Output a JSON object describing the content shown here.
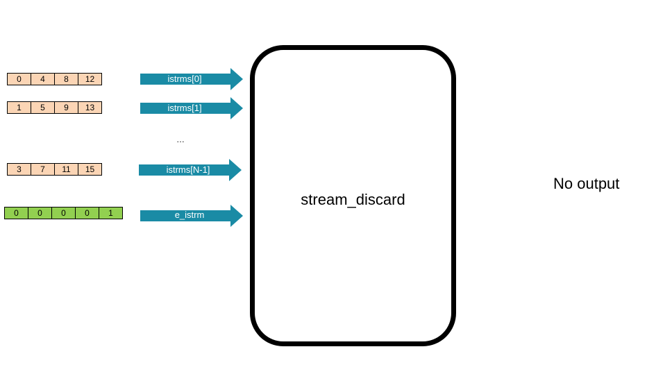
{
  "inputs": [
    {
      "label": "istrms[0]",
      "cells": [
        "0",
        "4",
        "8",
        "12"
      ]
    },
    {
      "label": "istrms[1]",
      "cells": [
        "1",
        "5",
        "9",
        "13"
      ]
    },
    {
      "label": "istrms[N-1]",
      "cells": [
        "3",
        "7",
        "11",
        "15"
      ]
    },
    {
      "label": "e_istrm",
      "cells": [
        "0",
        "0",
        "0",
        "0",
        "1"
      ]
    }
  ],
  "ellipsis": "…",
  "block": {
    "title": "stream_discard"
  },
  "output": {
    "text": "No output"
  },
  "colors": {
    "arrow": "#1a8ba5",
    "stream_cell": "#fbd5b5",
    "end_cell": "#92d050"
  }
}
